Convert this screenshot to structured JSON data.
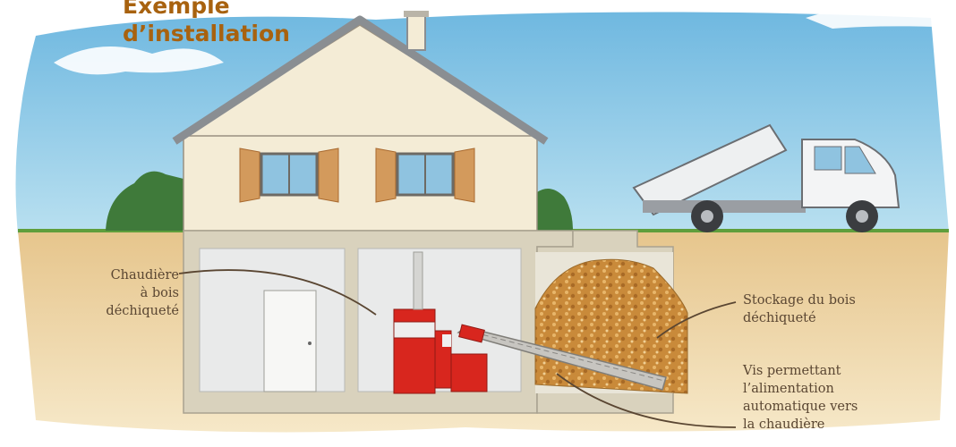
{
  "title": {
    "line1": "Exemple",
    "line2": "d’installation"
  },
  "labels": {
    "boiler": [
      "Chaudière",
      "à bois",
      "déchiqueté"
    ],
    "storage": [
      "Stockage du bois",
      "déchiqueté"
    ],
    "screw": [
      "Vis permettant",
      "l’alimentation",
      "automatique vers",
      "la chaudière"
    ]
  },
  "colors": {
    "sky": "#8ccbe8",
    "ground": "#ecd3a0",
    "wall": "#f4ecd6",
    "roof": "#8a8e92",
    "shutter": "#d39a5c",
    "boiler": "#d8261e",
    "woodchips": "#c98a3a",
    "title": "#a8620f"
  }
}
